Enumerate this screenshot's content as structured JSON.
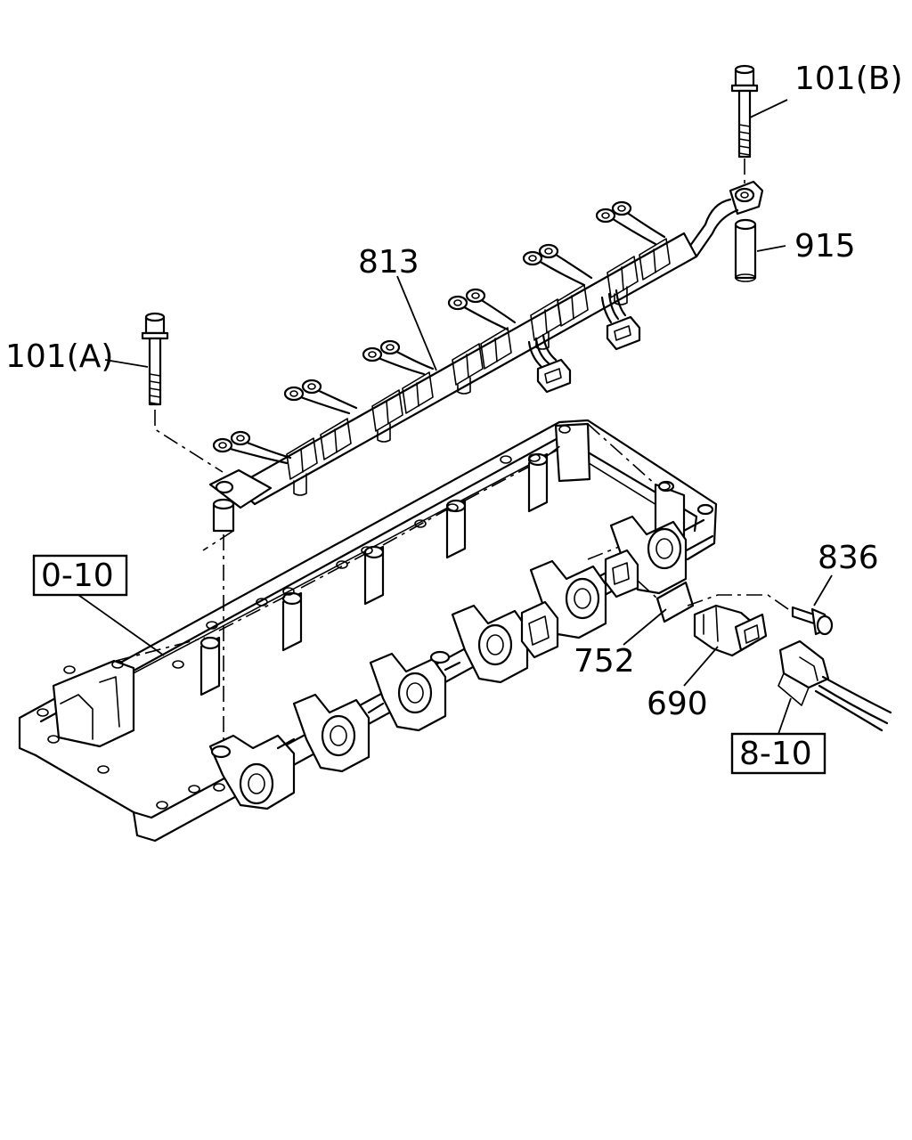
{
  "callouts": {
    "bolt_b": "101(B)",
    "bolt_a": "101(A)",
    "harness": "813",
    "spacer": "915",
    "bolt_836": "836",
    "gasket": "752",
    "sensor": "690",
    "ref_cover": "0-10",
    "ref_connector": "8-10"
  }
}
